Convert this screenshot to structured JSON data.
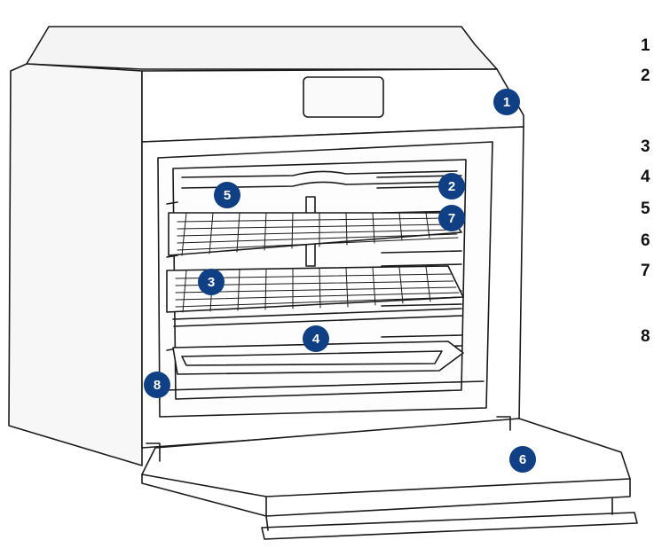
{
  "diagram": {
    "colors": {
      "line": "#1a1a1a",
      "callout_fill": "#0f3f84",
      "callout_text": "#ffffff",
      "background": "#ffffff"
    },
    "callouts": [
      "1",
      "2",
      "3",
      "4",
      "5",
      "6",
      "7",
      "8"
    ],
    "legend_numbers": [
      "1",
      "2",
      "3",
      "4",
      "5",
      "6",
      "7",
      "8"
    ]
  }
}
